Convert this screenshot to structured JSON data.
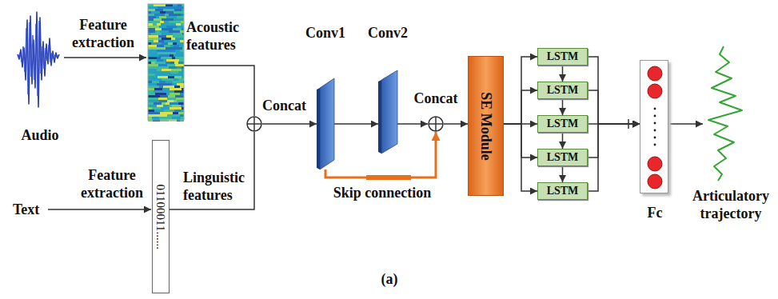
{
  "diagram": {
    "nodes": [
      {
        "text": [
          "Acoustic features"
        ]
      },
      {
        "text": [
          "01100011......",
          "Linguistic features"
        ]
      },
      {
        "text": [
          "Concat"
        ]
      },
      {
        "text": [
          "Conv1"
        ]
      },
      {
        "text": [
          "Conv2"
        ]
      },
      {
        "text": [
          "Concat"
        ]
      },
      {
        "text": [
          "SE Module"
        ]
      },
      {
        "text": [
          "LSTM"
        ]
      },
      {
        "text": [
          "LSTM"
        ]
      },
      {
        "text": [
          "LSTM"
        ]
      },
      {
        "text": [
          "LSTM"
        ]
      },
      {
        "text": [
          "LSTM"
        ]
      },
      {
        "text": [
          "Fc"
        ]
      }
    ],
    "edges": [
      {
        "from": 0,
        "to": 2,
        "arrow": "none"
      },
      {
        "from": 1,
        "to": 2,
        "arrow": "none"
      },
      {
        "from": 2,
        "to": 3,
        "arrow": "to"
      },
      {
        "from": 3,
        "to": 4,
        "arrow": "to"
      },
      {
        "from": 4,
        "to": 5,
        "arrow": "to"
      },
      {
        "from": 3,
        "to": 5,
        "label": "Skip connection",
        "arrow": "to"
      },
      {
        "from": 5,
        "to": 6,
        "arrow": "to"
      },
      {
        "from": 6,
        "to": 7,
        "arrow": "to"
      },
      {
        "from": 6,
        "to": 8,
        "arrow": "to"
      },
      {
        "from": 6,
        "to": 9,
        "arrow": "to"
      },
      {
        "from": 6,
        "to": 10,
        "arrow": "to"
      },
      {
        "from": 6,
        "to": 11,
        "arrow": "to"
      },
      {
        "from": 7,
        "to": 8,
        "arrow": "to"
      },
      {
        "from": 8,
        "to": 9,
        "arrow": "to"
      },
      {
        "from": 9,
        "to": 10,
        "arrow": "to"
      },
      {
        "from": 10,
        "to": 11,
        "arrow": "to"
      },
      {
        "from": 7,
        "to": 12,
        "arrow": "to"
      },
      {
        "from": 8,
        "to": 12,
        "arrow": "to"
      },
      {
        "from": 9,
        "to": 12,
        "arrow": "to"
      },
      {
        "from": 10,
        "to": 12,
        "arrow": "to"
      },
      {
        "from": 11,
        "to": 12,
        "arrow": "to"
      }
    ],
    "labels": [
      "Feature extraction",
      "Audio",
      "Feature extraction",
      "Text",
      "Articulatory trajectory",
      "(a)"
    ]
  }
}
